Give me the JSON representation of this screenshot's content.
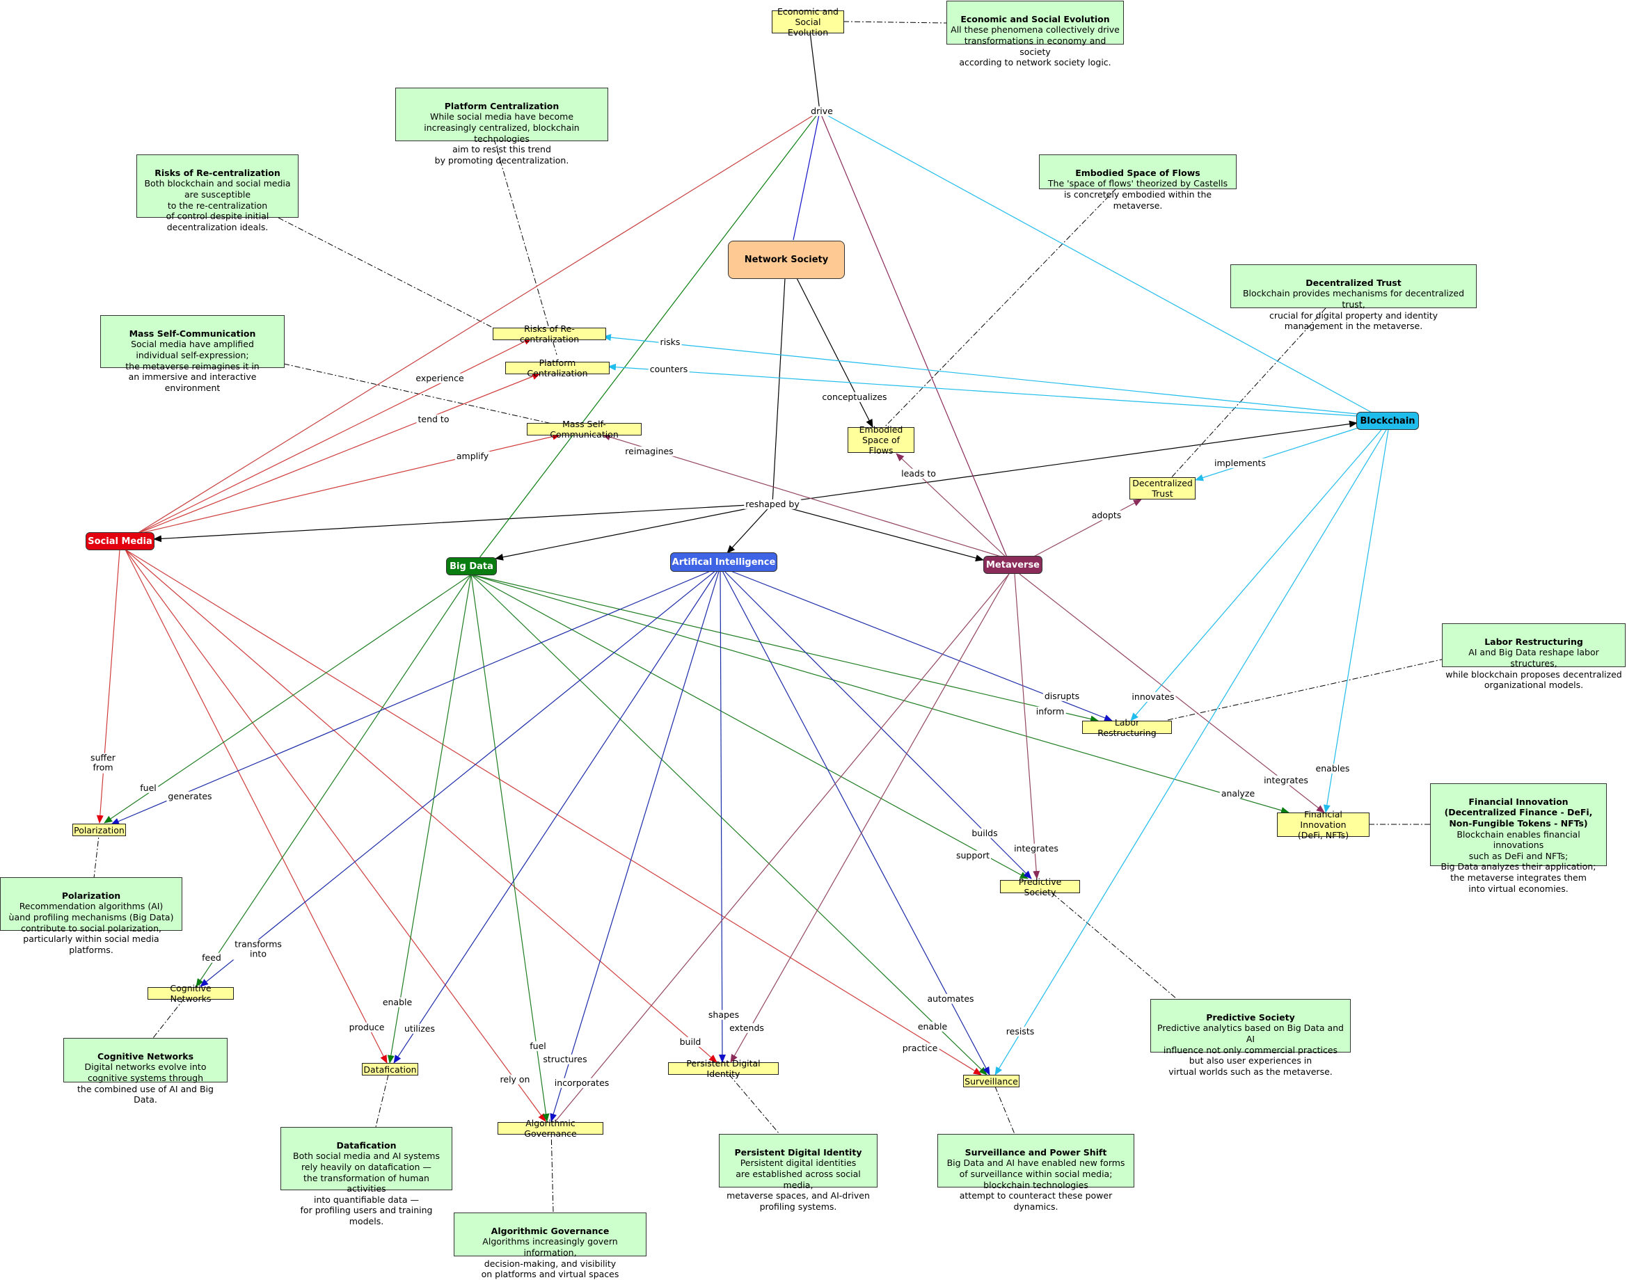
{
  "colors": {
    "social_media": "#e3000f",
    "big_data": "#0a7d10",
    "ai": "#3f63e5",
    "metaverse": "#8a2b5a",
    "blockchain": "#1fbcec",
    "network_society": "#ffc994",
    "concept_fill": "#ffff9c",
    "note_fill": "#ccffcc"
  },
  "nodes": {
    "network_society": "Network Society",
    "social_media": "Social Media",
    "big_data": "Big Data",
    "ai": "Artifical Intelligence",
    "metaverse": "Metaverse",
    "blockchain": "Blockchain"
  },
  "concepts": {
    "economic_social_evolution": "Economic and\nSocial Evolution",
    "risks_recentralization": "Risks of Re-centralization",
    "platform_centralization": "Platform Centralization",
    "mass_self_communication": "Mass Self-Communication",
    "embodied_space_of_flows": "Embodied\nSpace of Flows",
    "decentralized_trust": "Decentralized\nTrust",
    "labor_restructuring": "Labor Restructuring",
    "financial_innovation": "Financial Innovation\n(DeFi, NFTs)",
    "polarization": "Polarization",
    "predictive_society": "Predictive Society",
    "cognitive_networks": "Cognitive Networks",
    "datafication": "Datafication",
    "persistent_digital_identity": "Persistent Digital Identity",
    "surveillance": "Surveillance",
    "algorithmic_governance": "Algorithmic Governance"
  },
  "notes": {
    "economic": {
      "title": "Economic and Social Evolution",
      "body": "All these phenomena collectively drive\ntransformations in economy and society\naccording to network society logic."
    },
    "platform": {
      "title": "Platform Centralization",
      "body": "While social media have become\nincreasingly centralized, blockchain technologies\naim to resist this trend\nby promoting decentralization."
    },
    "risks": {
      "title": "Risks of Re-centralization",
      "body": "Both blockchain and social media\nare susceptible\nto the re-centralization\nof control despite initial\ndecentralization ideals."
    },
    "embodied": {
      "title": "Embodied Space of Flows",
      "body": "The 'space of flows' theorized by Castells\nis concretely embodied within the metaverse."
    },
    "trust": {
      "title": "Decentralized Trust",
      "body": "Blockchain provides mechanisms for decentralized trust,\ncrucial for digital property and identity\nmanagement in the metaverse."
    },
    "mass": {
      "title": "Mass Self-Communication",
      "body": "Social media have amplified\nindividual self-expression;\nthe metaverse reimagines it in\nan immersive and interactive environment"
    },
    "labor": {
      "title": "Labor Restructuring",
      "body": "AI and Big Data reshape labor structures,\nwhile blockchain proposes decentralized\norganizational models."
    },
    "financial": {
      "title": "Financial Innovation\n(Decentralized Finance - DeFi,\nNon-Fungible Tokens - NFTs)",
      "body": "Blockchain enables financial innovations\nsuch as DeFi and NFTs;\nBig Data analyzes their application;\nthe metaverse integrates them\ninto virtual economies."
    },
    "polarization": {
      "title": "Polarization",
      "body": "Recommendation algorithms (AI)\nùand profiling mechanisms (Big Data)\ncontribute to social polarization,\nparticularly within social media platforms."
    },
    "predictive": {
      "title": "Predictive Society",
      "body": "Predictive analytics based on Big Data and AI\ninfluence not only commercial practices\nbut also user experiences in\nvirtual worlds such as the metaverse."
    },
    "cognitive": {
      "title": "Cognitive Networks",
      "body": "Digital networks evolve into\ncognitive systems through\nthe combined use of AI and Big Data."
    },
    "datafication": {
      "title": "Datafication",
      "body": "Both social media and AI systems\nrely heavily on datafication —\nthe transformation of human activities\ninto quantifiable data —\nfor profiling users and training models."
    },
    "identity": {
      "title": "Persistent Digital Identity",
      "body": "Persistent digital identities\nare established across social media,\nmetaverse spaces, and AI-driven\nprofiling systems."
    },
    "surveillance": {
      "title": "Surveillance and Power Shift",
      "body": "Big Data and AI have enabled new forms\nof surveillance within social media;\nblockchain technologies\nattempt to counteract these power dynamics."
    },
    "algorithmic": {
      "title": "Algorithmic Governance",
      "body": "Algorithms increasingly govern information,\ndecision-making, and visibility\non platforms and virtual spaces"
    }
  },
  "edge_labels": {
    "drive": "drive",
    "conceptualizes": "conceptualizes",
    "reshaped_by": "reshaped by",
    "risks": "risks",
    "counters": "counters",
    "implements": "implements",
    "adopts": "adopts",
    "leads_to": "leads to",
    "reimagines": "reimagines",
    "experience": "experience",
    "tend_to": "tend to",
    "amplify": "amplify",
    "suffer_from": "suffer\nfrom",
    "fuel_pol": "fuel",
    "generates": "generates",
    "disrupts": "disrupts",
    "inform": "inform",
    "innovates": "innovates",
    "integrates_fin": "integrates",
    "enables": "enables",
    "analyze": "analyze",
    "builds": "builds",
    "support": "support",
    "integrates_pred": "integrates",
    "feed": "feed",
    "transforms_into": "transforms\ninto",
    "enable_dat": "enable",
    "produce": "produce",
    "utilizes": "utilizes",
    "fuel_alg": "fuel",
    "structures": "structures",
    "rely_on": "rely on",
    "incorporates": "incorporates",
    "shapes": "shapes",
    "build": "build",
    "extends": "extends",
    "automates": "automates",
    "enable_sur": "enable",
    "practice": "practice",
    "resists": "resists"
  }
}
